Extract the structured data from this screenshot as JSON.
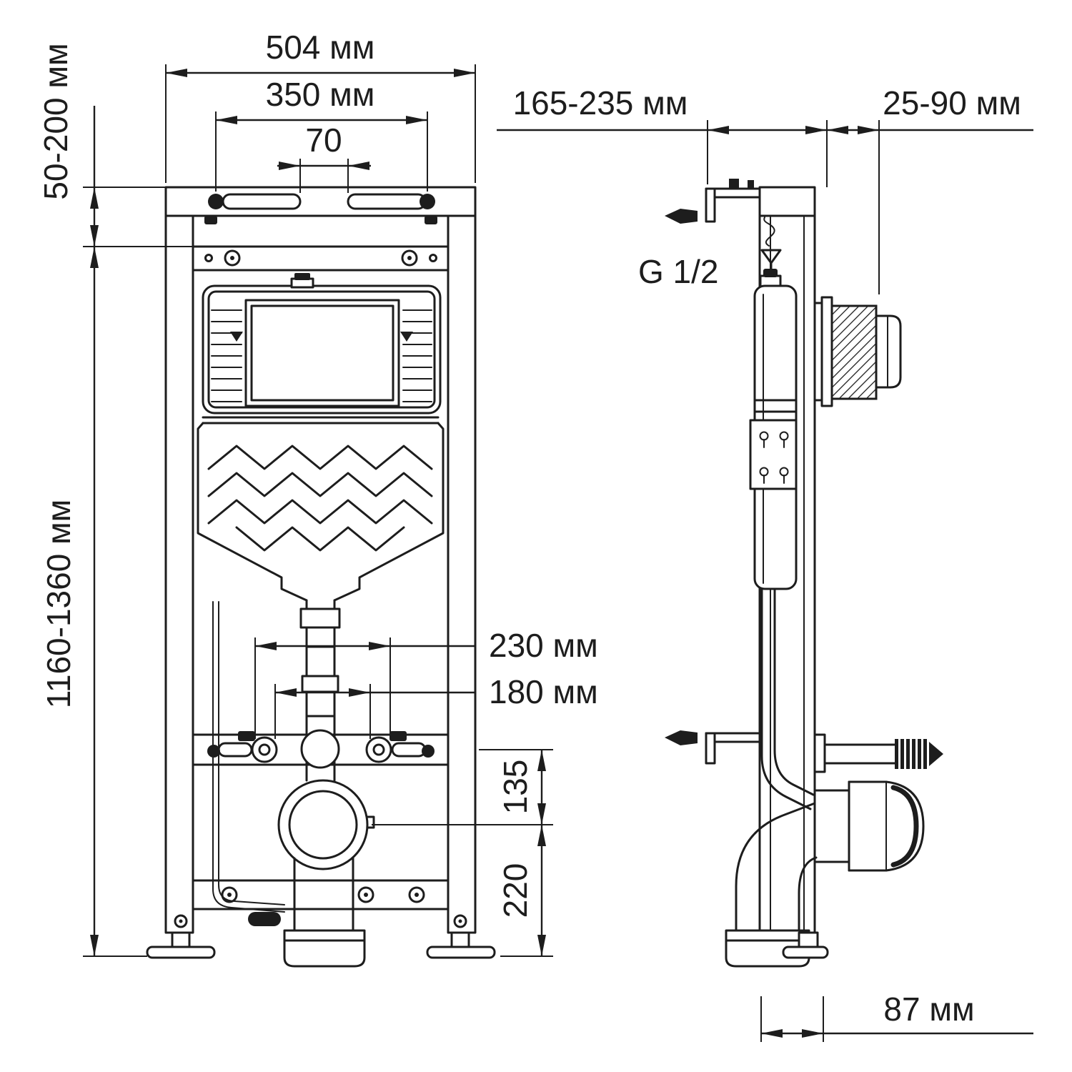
{
  "colors": {
    "ink": "#1d1d1d",
    "paper": "#ffffff"
  },
  "front_view": {
    "dimensions": {
      "overall_width": "504 мм",
      "top_bolt_spacing": "350 мм",
      "center_slot_width": "70",
      "top_bracket_range": "50-200 мм",
      "frame_height_range": "1160-1360 мм",
      "fixing_stud_spacing_wide": "230 мм",
      "fixing_stud_spacing_narrow": "180 мм",
      "stud_to_outlet_axis": "135",
      "outlet_axis_height": "220"
    }
  },
  "side_view": {
    "dimensions": {
      "wall_offset_range": "165-235 мм",
      "actuator_depth_range": "25-90 мм",
      "outlet_floor_offset": "87 мм"
    },
    "labels": {
      "water_inlet_thread": "G 1/2"
    }
  }
}
